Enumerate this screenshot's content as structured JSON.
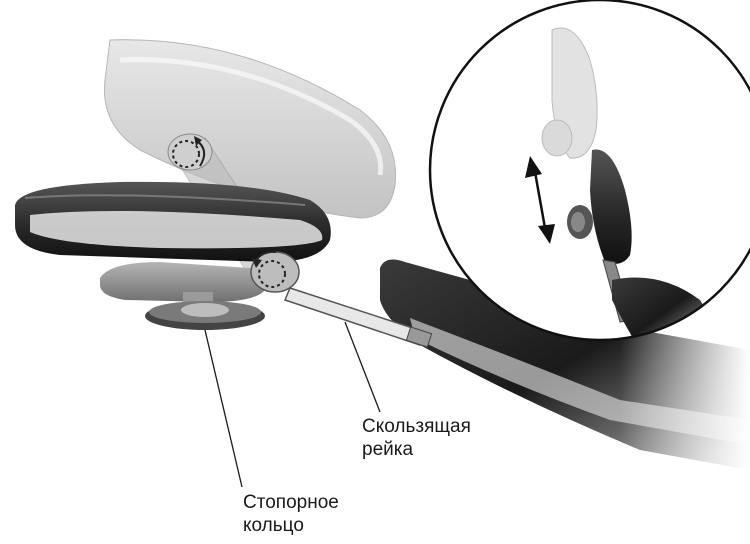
{
  "callouts": {
    "sliding_rail": {
      "line1": "Скользящая",
      "line2": "рейка"
    },
    "lock_ring": {
      "line1": "Стопорное",
      "line2": "кольцо"
    }
  },
  "colors": {
    "dark_pad": "#2e2e2e",
    "light_pad": "#cfcfcf",
    "mid_grey": "#8a8a8a",
    "leader_line": "#1a1a1a"
  },
  "icons": [
    "rotate-arrow-icon",
    "double-arrow-icon"
  ]
}
